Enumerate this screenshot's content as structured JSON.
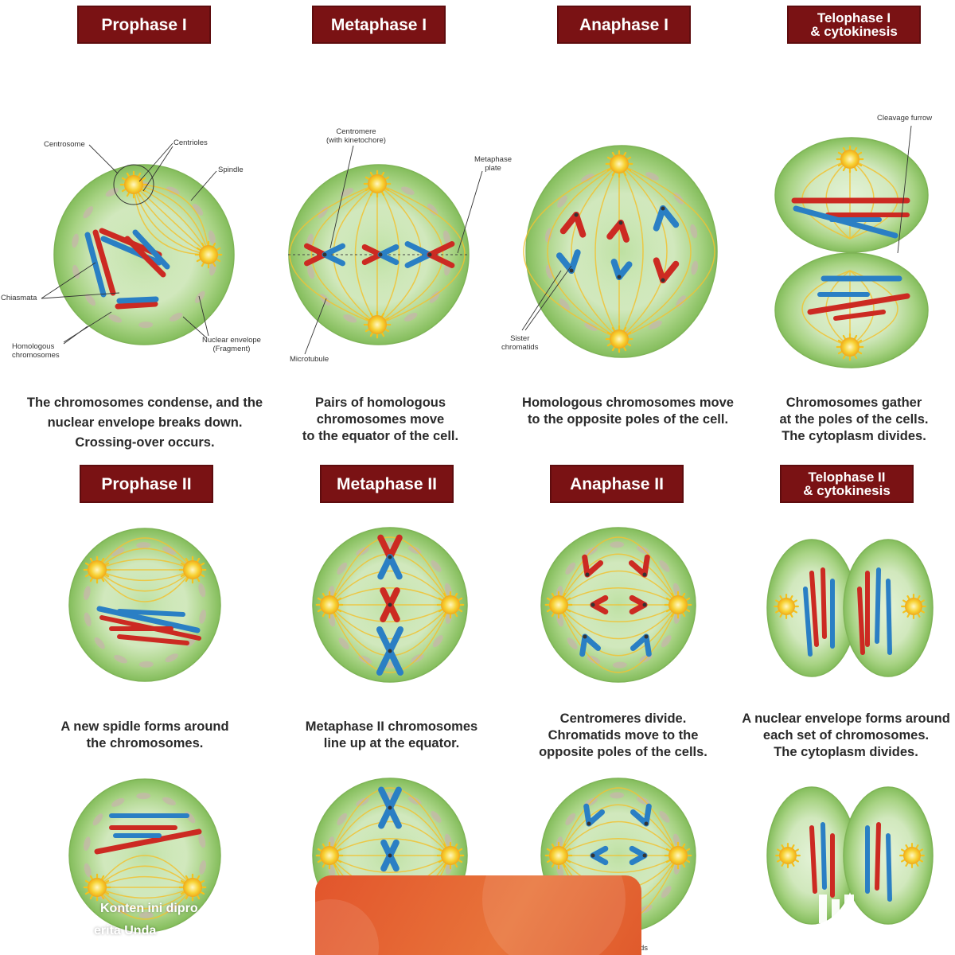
{
  "top_row": [
    {
      "title_lines": [
        "Prophase I"
      ],
      "desc_lines": [
        "The chromosomes condense, and the",
        "nuclear envelope breaks down.",
        "Crossing-over occurs."
      ]
    },
    {
      "title_lines": [
        "Metaphase I"
      ],
      "desc_lines": [
        "Pairs of homologous",
        "chromosomes move",
        "to the equator of the cell."
      ]
    },
    {
      "title_lines": [
        "Anaphase I"
      ],
      "desc_lines": [
        "Homologous chromosomes move",
        "to the opposite poles of the cell."
      ]
    },
    {
      "title_lines": [
        "Telophase I",
        "& cytokinesis"
      ],
      "desc_lines": [
        "Chromosomes gather",
        "at the poles of the cells.",
        "The cytoplasm divides."
      ]
    }
  ],
  "bottom_row": [
    {
      "title_lines": [
        "Prophase II"
      ],
      "desc_lines": [
        "A new spidle forms around",
        "the chromosomes."
      ]
    },
    {
      "title_lines": [
        "Metaphase II"
      ],
      "desc_lines": [
        "Metaphase II  chromosomes",
        "line up at the equator."
      ]
    },
    {
      "title_lines": [
        "Anaphase II"
      ],
      "desc_lines": [
        "Centromeres divide.",
        "Chromatids move to the",
        "opposite poles of the cells."
      ]
    },
    {
      "title_lines": [
        "Telophase II",
        "& cytokinesis"
      ],
      "desc_lines": [
        "A nuclear envelope forms around",
        "each set of chromosomes.",
        "The cytoplasm divides."
      ]
    }
  ],
  "labels": {
    "centrosome": "Centrosome",
    "centrioles": "Centrioles",
    "spindle": "Spindle",
    "chiasmata": "Chiasmata",
    "homologous": [
      "Homologous",
      "chromosomes"
    ],
    "nuclear_envelope": [
      "Nuclear envelope",
      "(Fragment)"
    ],
    "centromere": [
      "Centromere",
      "(with kinetochore)"
    ],
    "metaphase_plate": [
      "Metaphase",
      "plate"
    ],
    "microtubule": "Microtubule",
    "sister_chromatids": [
      "Sister",
      "chromatids"
    ],
    "cleavage_furrow": "Cleavage furrow",
    "bottom_cut": "ds"
  },
  "overlay": {
    "text_lines": [
      "Konten ini dipro",
      "erita Unda"
    ]
  },
  "colors": {
    "header_bg": "#7a1214",
    "cell_outer": "#8cc46a",
    "cell_inner": "#dbeccc",
    "chromosome_red": "#cc2a22",
    "chromosome_blue": "#2a7fc4",
    "spindle": "#f1c232",
    "overlay": "#e5652f"
  }
}
